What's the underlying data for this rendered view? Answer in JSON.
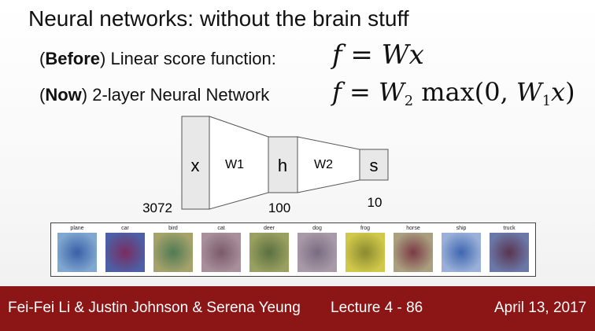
{
  "slide": {
    "title": "Neural networks: without the brain stuff",
    "before_label": "Before",
    "before_text": "Linear score function:",
    "now_label": "Now",
    "now_text": "2-layer Neural Network",
    "eq1": {
      "f": "f",
      "eq": "=",
      "W": "W",
      "x": "x"
    },
    "eq2": {
      "f": "f",
      "eq": "=",
      "W2": "W",
      "sub2": "2",
      "max": "max(0,",
      "W1": "W",
      "sub1": "1",
      "x": "x",
      "close": ")"
    }
  },
  "network": {
    "x_label": "x",
    "w1_label": "W1",
    "h_label": "h",
    "w2_label": "W2",
    "s_label": "s",
    "dim_x": "3072",
    "dim_h": "100",
    "dim_s": "10"
  },
  "templates": {
    "items": [
      {
        "label": "plane",
        "colors": [
          "#3a5fa8",
          "#7fa7cf"
        ]
      },
      {
        "label": "car",
        "colors": [
          "#7a2d5f",
          "#4d5fa5"
        ]
      },
      {
        "label": "bird",
        "colors": [
          "#4f7a55",
          "#a5a26a"
        ]
      },
      {
        "label": "cat",
        "colors": [
          "#7a5a6a",
          "#a88f9a"
        ]
      },
      {
        "label": "deer",
        "colors": [
          "#5a7040",
          "#9aa060"
        ]
      },
      {
        "label": "dog",
        "colors": [
          "#7a6c80",
          "#a89aa8"
        ]
      },
      {
        "label": "frog",
        "colors": [
          "#8a8a30",
          "#d0c84a"
        ]
      },
      {
        "label": "horse",
        "colors": [
          "#7a3a45",
          "#aaa080"
        ]
      },
      {
        "label": "ship",
        "colors": [
          "#3f66b0",
          "#9ab0d8"
        ]
      },
      {
        "label": "truck",
        "colors": [
          "#5a3550",
          "#6a78a8"
        ]
      }
    ]
  },
  "footer": {
    "authors": "Fei-Fei Li & Justin Johnson & Serena Yeung",
    "lecture": "Lecture 4 -  86",
    "date": "April 13, 2017"
  },
  "colors": {
    "footer_bg": "#8c1515",
    "box_fill": "#e8e8e8"
  }
}
